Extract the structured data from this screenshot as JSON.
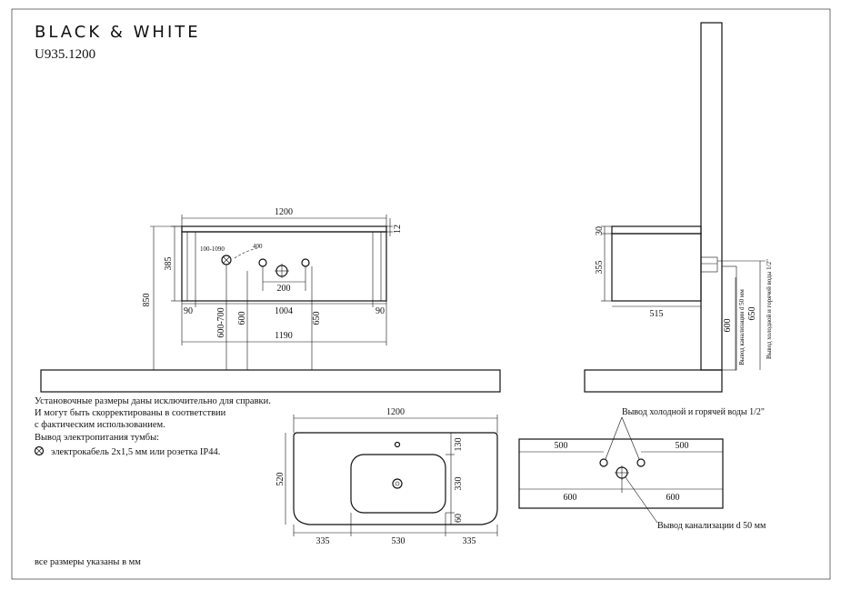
{
  "brand": "BLACK & WHITE",
  "model": "U935.1200",
  "notes": [
    "Установочные размеры даны исключительно для справки.",
    "И могут быть скорректированы в соответствии",
    "с фактическим использованием.",
    "Вывод электропитания тумбы:",
    "электрокабель 2х1,5 мм или розетка IP44."
  ],
  "footer": "все размеры указаны в мм",
  "front": {
    "width": "1200",
    "top": "12",
    "h385": "385",
    "h850": "850",
    "r100": "100-1090",
    "r400": "400",
    "w200": "200",
    "l90": "90",
    "mid": "1004",
    "r90": "90",
    "v600_700": "600-700",
    "v600": "600",
    "v650": "650",
    "w1190": "1190"
  },
  "side": {
    "h30": "30",
    "h355": "355",
    "d515": "515",
    "v600": "600",
    "v650": "650",
    "drain": "Вывод канализации d 50 мм",
    "water": "Вывод холодной и горячей воды 1/2\""
  },
  "top_view": {
    "w1200": "1200",
    "d520": "520",
    "d130": "130",
    "d330": "330",
    "d60": "60",
    "l335": "335",
    "m530": "530",
    "r335": "335"
  },
  "wall": {
    "water_label": "Вывод холодной и горячей воды 1/2\"",
    "l500": "500",
    "r500": "500",
    "l600": "600",
    "r600": "600",
    "drain_label": "Вывод канализации d 50 мм"
  }
}
